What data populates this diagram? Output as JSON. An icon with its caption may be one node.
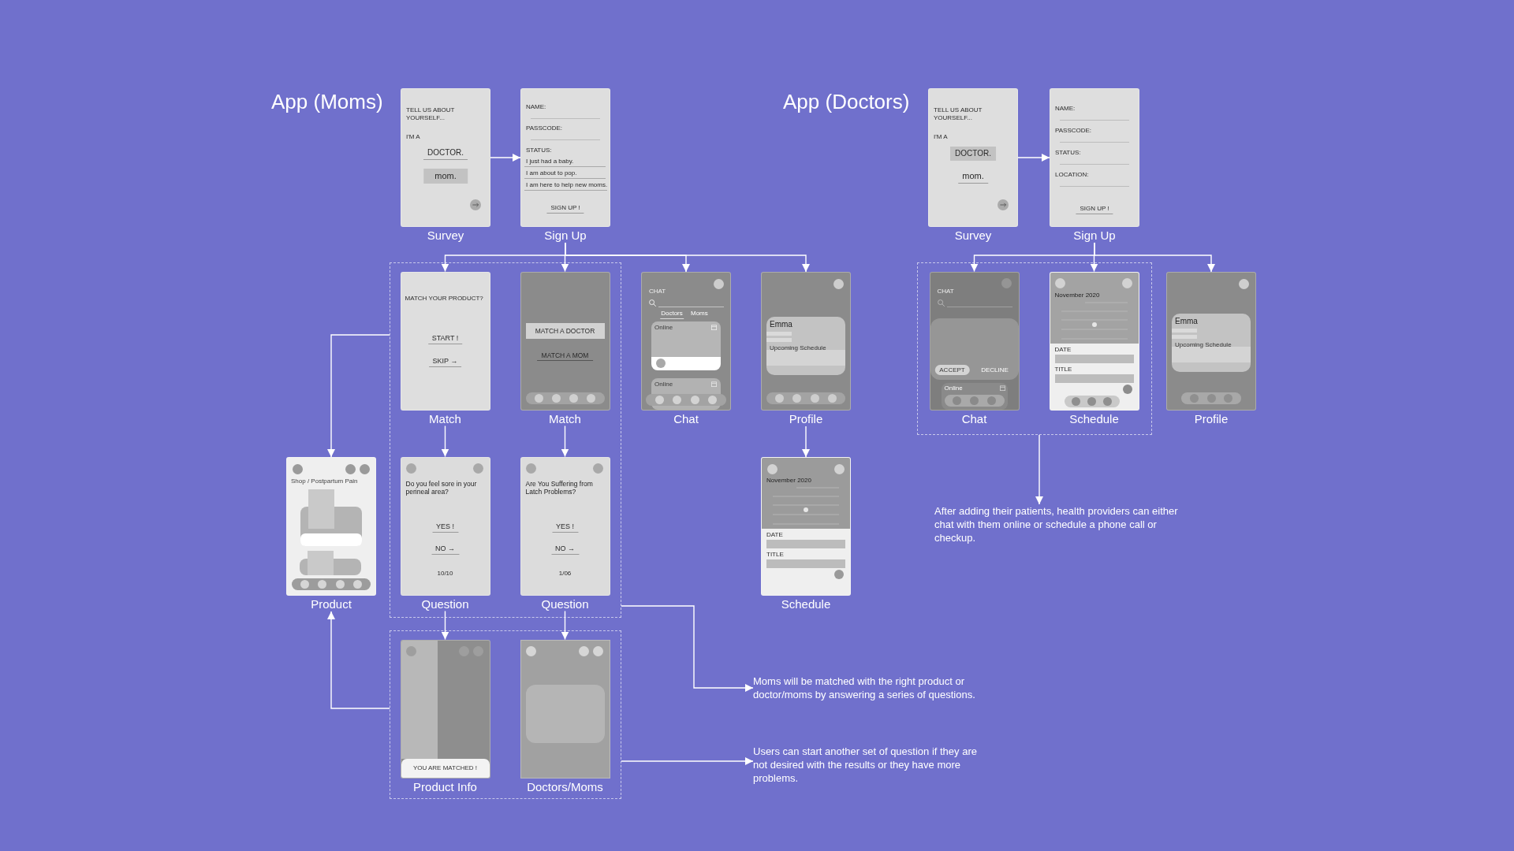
{
  "diagram": {
    "nodes": [
      {
        "text": [
          "TELL US ABOUT YOURSELF...",
          "I'M A",
          "DOCTOR.",
          "mom."
        ],
        "beside": [
          "Survey"
        ]
      },
      {
        "text": [
          "NAME:",
          "PASSCODE:",
          "STATUS:",
          "I just had a baby.",
          "I am about to pop.",
          "I am here to help new moms.",
          "SIGN UP !"
        ],
        "beside": [
          "Sign Up"
        ]
      },
      {
        "text": [
          "TELL US ABOUT YOURSELF...",
          "I'M A",
          "DOCTOR.",
          "mom."
        ],
        "beside": [
          "Survey"
        ]
      },
      {
        "text": [
          "NAME:",
          "PASSCODE:",
          "STATUS:",
          "LOCATION:",
          "SIGN UP !"
        ],
        "beside": [
          "Sign Up"
        ]
      },
      {
        "text": [],
        "shape": "box"
      },
      {
        "text": [
          "MATCH YOUR PRODUCT?",
          "START !",
          "SKIP →"
        ],
        "beside": [
          "Match"
        ],
        "in": 4
      },
      {
        "text": [
          "MATCH A DOCTOR",
          "MATCH A MOM"
        ],
        "beside": [
          "Match"
        ],
        "in": 4
      },
      {
        "text": [
          "CHAT",
          "Doctors",
          "Moms",
          "Online",
          "Online"
        ],
        "beside": [
          "Chat"
        ]
      },
      {
        "text": [
          "Emma",
          "Upcoming Schedule"
        ],
        "beside": [
          "Profile"
        ]
      },
      {
        "text": [],
        "shape": "box"
      },
      {
        "text": [
          "CHAT",
          "ACCEPT",
          "DECLINE",
          "Online"
        ],
        "beside": [
          "Chat"
        ],
        "in": 9
      },
      {
        "text": [
          "November 2020",
          "DATE",
          "TITLE"
        ],
        "beside": [
          "Schedule"
        ],
        "in": 9
      },
      {
        "text": [
          "Emma",
          "Upcoming Schedule"
        ],
        "beside": [
          "Profile"
        ]
      },
      {
        "text": [
          "Shop / Postpartum Pain"
        ],
        "beside": [
          "Product"
        ]
      },
      {
        "text": [
          "Do you feel sore in your perineal area?",
          "YES !",
          "NO →",
          "10/10"
        ],
        "beside": [
          "Question"
        ],
        "in": 4
      },
      {
        "text": [
          "Are You Suffering from Latch Problems?",
          "YES !",
          "NO →",
          "1/06"
        ],
        "beside": [
          "Question"
        ],
        "in": 4
      },
      {
        "text": [
          "November 2020",
          "DATE",
          "TITLE"
        ],
        "beside": [
          "Schedule"
        ]
      },
      {
        "text": [
          "After adding their patients, health providers can either chat with them online or schedule a phone call or checkup."
        ]
      },
      {
        "text": [],
        "shape": "box"
      },
      {
        "text": [
          "YOU ARE MATCHED !"
        ],
        "beside": [
          "Product Info"
        ],
        "in": 18
      },
      {
        "text": [],
        "shape": "box",
        "beside": [
          "Doctors/Moms"
        ],
        "in": 18
      },
      {
        "text": [
          "Moms will be matched with the right product or doctor/moms by answering a series of questions."
        ]
      },
      {
        "text": [
          "Users can start another set of question if they are not desired with the results or they have more problems."
        ]
      }
    ],
    "edges": [
      {
        "from": 0,
        "to": 1,
        "arrow": "to"
      },
      {
        "from": 1,
        "to": 5,
        "arrow": "to"
      },
      {
        "from": 1,
        "to": 6,
        "arrow": "to"
      },
      {
        "from": 1,
        "to": 7,
        "arrow": "to"
      },
      {
        "from": 1,
        "to": 8,
        "arrow": "to"
      },
      {
        "from": 2,
        "to": 3,
        "arrow": "to"
      },
      {
        "from": 3,
        "to": 10,
        "arrow": "to"
      },
      {
        "from": 3,
        "to": 11,
        "arrow": "to"
      },
      {
        "from": 3,
        "to": 12,
        "arrow": "to"
      },
      {
        "from": 4,
        "to": 13,
        "arrow": "to"
      },
      {
        "from": 5,
        "to": 14,
        "arrow": "to"
      },
      {
        "from": 6,
        "to": 15,
        "arrow": "to"
      },
      {
        "from": 8,
        "to": 16,
        "arrow": "to"
      },
      {
        "from": 9,
        "to": 17,
        "arrow": "to"
      },
      {
        "from": 14,
        "to": 19,
        "arrow": "to"
      },
      {
        "from": 15,
        "to": 20,
        "arrow": "to"
      },
      {
        "from": 18,
        "to": 13,
        "arrow": "to"
      },
      {
        "from": 4,
        "to": 21,
        "arrow": "to"
      },
      {
        "from": 18,
        "to": 22,
        "arrow": "to"
      }
    ],
    "labels": [
      "App (Moms)",
      "App (Doctors)"
    ]
  }
}
